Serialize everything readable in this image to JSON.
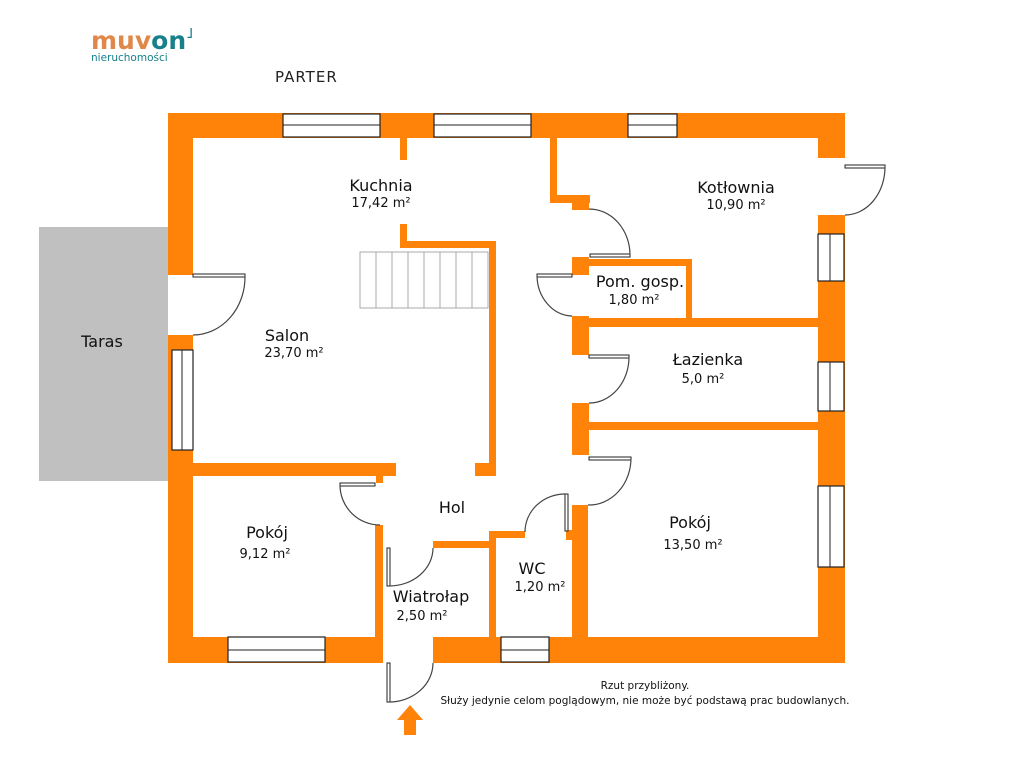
{
  "logo": {
    "brand_part1": "muv",
    "brand_part2": "on",
    "tagline": "nieruchomości"
  },
  "floor_title": "PARTER",
  "rooms": [
    {
      "name": "Kuchnia",
      "area": "17,42 m²"
    },
    {
      "name": "Kotłownia",
      "area": "10,90 m²"
    },
    {
      "name": "Pom. gosp.",
      "area": "1,80 m²"
    },
    {
      "name": "Salon",
      "area": "23,70 m²"
    },
    {
      "name": "Łazienka",
      "area": "5,0 m²"
    },
    {
      "name": "Hol",
      "area": ""
    },
    {
      "name": "Pokój",
      "area": "9,12 m²"
    },
    {
      "name": "Pokój",
      "area": "13,50 m²"
    },
    {
      "name": "WC",
      "area": "1,20 m²"
    },
    {
      "name": "Wiatrołap",
      "area": "2,50 m²"
    }
  ],
  "terrace": "Taras",
  "note": {
    "line1": "Rzut przybliżony.",
    "line2": "Służy jedynie celom poglądowym, nie może być podstawą prac budowlanych."
  },
  "colors": {
    "wall": "#FF8308",
    "terrace": "#C0C0C0",
    "brand_orange": "#E0874A",
    "brand_teal": "#17808A"
  }
}
